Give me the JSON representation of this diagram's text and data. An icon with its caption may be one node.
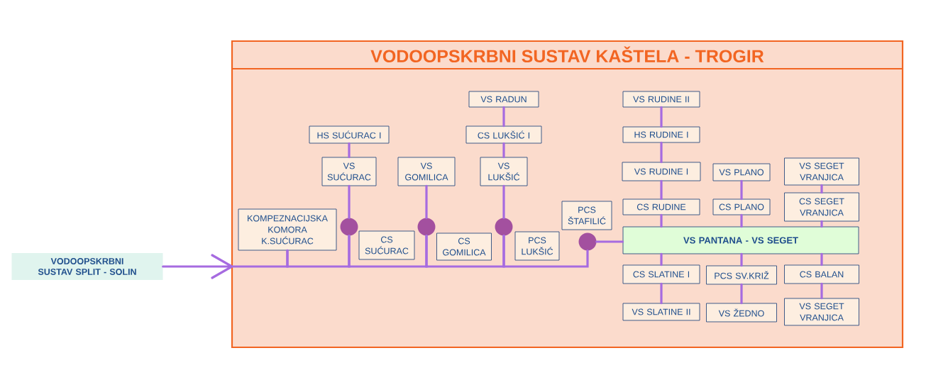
{
  "diagram": {
    "nodes": [
      {
        "text": [
          "VODOOPSKRBNI SUSTAV KAŠTELA - TROGIR"
        ]
      },
      {
        "text": [
          "VODOOPSKRBNI SUSTAV SPLIT - SOLIN"
        ]
      },
      {
        "text": [
          "HS SUĆURAC I"
        ],
        "in": 0
      },
      {
        "text": [
          "VS SUĆURAC"
        ],
        "in": 0
      },
      {
        "text": [
          "VS RADUN"
        ],
        "in": 0
      },
      {
        "text": [
          "CS LUKŠIĆ I"
        ],
        "in": 0
      },
      {
        "text": [
          "VS GOMILICA"
        ],
        "in": 0
      },
      {
        "text": [
          "VS LUKŠIĆ"
        ],
        "in": 0
      },
      {
        "text": [
          "VS RUDINE II"
        ],
        "in": 0
      },
      {
        "text": [
          "HS RUDINE I"
        ],
        "in": 0
      },
      {
        "text": [
          "VS RUDINE I"
        ],
        "in": 0
      },
      {
        "text": [
          "VS PLANO"
        ],
        "in": 0
      },
      {
        "text": [
          "VS SEGET VRANJICA"
        ],
        "in": 0
      },
      {
        "text": [
          "CS RUDINE"
        ],
        "in": 0
      },
      {
        "text": [
          "CS PLANO"
        ],
        "in": 0
      },
      {
        "text": [
          "CS SEGET VRANJICA"
        ],
        "in": 0
      },
      {
        "text": [
          "PCS ŠTAFILIĆ"
        ],
        "in": 0
      },
      {
        "text": [
          "KOMPEZNACIJSKA KOMORA K.SUĆURAC"
        ],
        "in": 0
      },
      {
        "text": [],
        "shape": "circle",
        "in": 0
      },
      {
        "text": [
          "CS SUĆURAC"
        ],
        "in": 0
      },
      {
        "text": [],
        "shape": "circle",
        "in": 0
      },
      {
        "text": [
          "CS GOMILICA"
        ],
        "in": 0
      },
      {
        "text": [],
        "shape": "circle",
        "in": 0
      },
      {
        "text": [
          "PCS LUKŠIĆ"
        ],
        "in": 0
      },
      {
        "text": [],
        "shape": "circle",
        "in": 0
      },
      {
        "text": [
          "VS PANTANA - VS SEGET"
        ],
        "in": 0
      },
      {
        "text": [
          "CS SLATINE I"
        ],
        "in": 0
      },
      {
        "text": [
          "PCS SV.KRIŽ"
        ],
        "in": 0
      },
      {
        "text": [
          "CS BALAN"
        ],
        "in": 0
      },
      {
        "text": [
          "VS SLATINE II"
        ],
        "in": 0
      },
      {
        "text": [
          "VS ŽEDNO"
        ],
        "in": 0
      },
      {
        "text": [
          "VS SEGET VRANJICA"
        ],
        "in": 0
      }
    ],
    "edges": [
      {
        "from": 1,
        "to": 17,
        "arrow": "to"
      },
      {
        "from": 17,
        "to": 18,
        "arrow": "none"
      },
      {
        "from": 18,
        "to": 20,
        "arrow": "none"
      },
      {
        "from": 20,
        "to": 22,
        "arrow": "none"
      },
      {
        "from": 22,
        "to": 24,
        "arrow": "none"
      },
      {
        "from": 18,
        "to": 3,
        "arrow": "none"
      },
      {
        "from": 3,
        "to": 2,
        "arrow": "none"
      },
      {
        "from": 20,
        "to": 6,
        "arrow": "none"
      },
      {
        "from": 22,
        "to": 7,
        "arrow": "none"
      },
      {
        "from": 7,
        "to": 5,
        "arrow": "none"
      },
      {
        "from": 5,
        "to": 4,
        "arrow": "none"
      },
      {
        "from": 24,
        "to": 25,
        "arrow": "none"
      },
      {
        "from": 25,
        "to": 13,
        "arrow": "none"
      },
      {
        "from": 13,
        "to": 10,
        "arrow": "none"
      },
      {
        "from": 10,
        "to": 9,
        "arrow": "none"
      },
      {
        "from": 9,
        "to": 8,
        "arrow": "none"
      },
      {
        "from": 25,
        "to": 14,
        "arrow": "none"
      },
      {
        "from": 14,
        "to": 11,
        "arrow": "none"
      },
      {
        "from": 25,
        "to": 15,
        "arrow": "none"
      },
      {
        "from": 15,
        "to": 12,
        "arrow": "none"
      },
      {
        "from": 25,
        "to": 26,
        "arrow": "none"
      },
      {
        "from": 26,
        "to": 29,
        "arrow": "none"
      },
      {
        "from": 25,
        "to": 27,
        "arrow": "none"
      },
      {
        "from": 27,
        "to": 30,
        "arrow": "none"
      },
      {
        "from": 25,
        "to": 28,
        "arrow": "none"
      },
      {
        "from": 28,
        "to": 31,
        "arrow": "none"
      }
    ]
  }
}
